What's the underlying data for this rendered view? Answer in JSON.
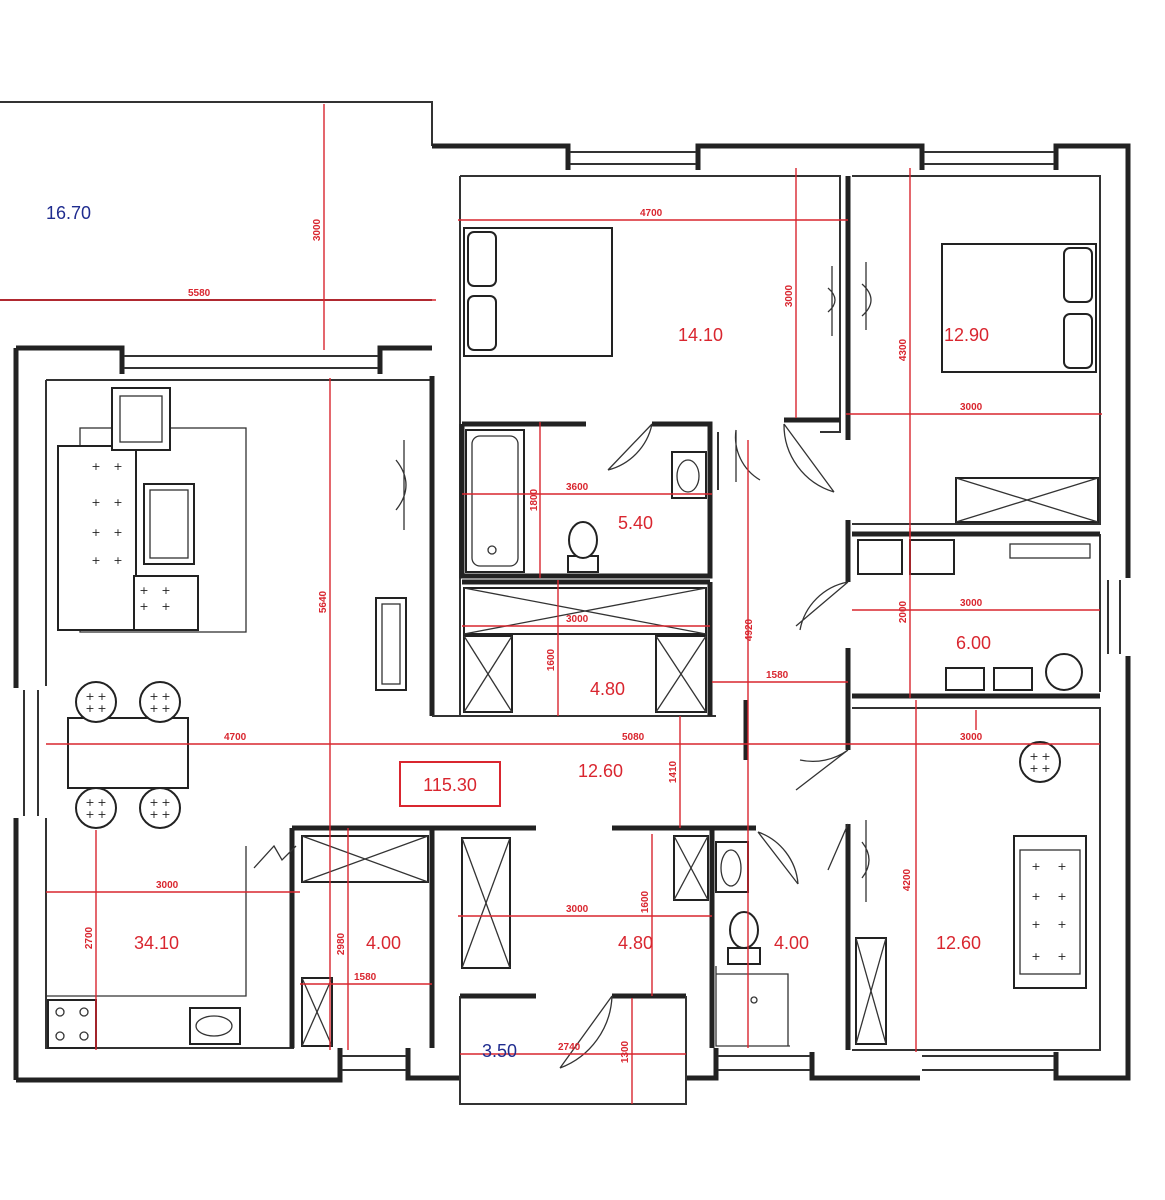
{
  "total_area": "115.30",
  "room_areas": {
    "terrace": "16.70",
    "bedroom1": "14.10",
    "bedroom2": "12.90",
    "bath1": "5.40",
    "laundry": "6.00",
    "closet1": "4.80",
    "hall": "12.60",
    "living_kitchen": "34.10",
    "storage": "4.00",
    "closet2": "4.80",
    "bath2": "4.00",
    "bedroom3": "12.60",
    "porch": "3.50"
  },
  "dimensions": {
    "d_5580": "5580",
    "d_3000_terrace": "3000",
    "d_4700_top": "4700",
    "d_3000_bed1": "3000",
    "d_4300_bed2": "4300",
    "d_3000_bed2": "3000",
    "d_3600": "3600",
    "d_1800": "1800",
    "d_5640": "5640",
    "d_4920": "4920",
    "d_3000_closet": "3000",
    "d_1600": "1600",
    "d_1580_hall": "1580",
    "d_2000": "2000",
    "d_3000_laundry": "3000",
    "d_4700_mid": "4700",
    "d_5080": "5080",
    "d_1410": "1410",
    "d_3000_bed3": "3000",
    "d_4200": "4200",
    "d_3000_kitchen": "3000",
    "d_2700": "2700",
    "d_2980": "2980",
    "d_1580_store": "1580",
    "d_3000_bottom": "3000",
    "d_1600_bottom": "1600",
    "d_2740": "2740",
    "d_1300": "1300"
  }
}
